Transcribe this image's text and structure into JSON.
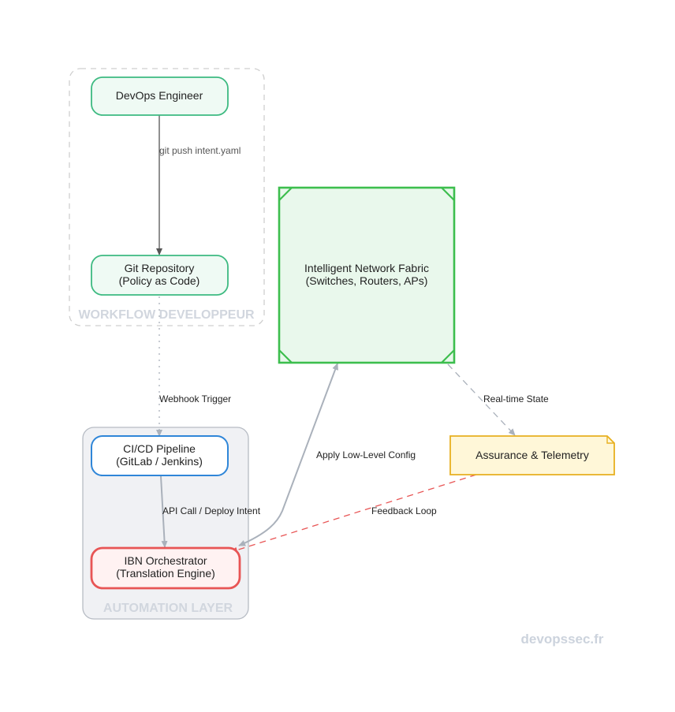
{
  "groups": {
    "workflow": {
      "label": "WORKFLOW DEVELOPPEUR"
    },
    "automation": {
      "label": "AUTOMATION LAYER"
    }
  },
  "nodes": {
    "devops": {
      "line1": "DevOps Engineer"
    },
    "git": {
      "line1": "Git Repository",
      "line2": "(Policy as Code)"
    },
    "cicd": {
      "line1": "CI/CD Pipeline",
      "line2": "(GitLab / Jenkins)"
    },
    "ibn": {
      "line1": "IBN Orchestrator",
      "line2": "(Translation Engine)"
    },
    "fabric": {
      "line1": "Intelligent Network Fabric",
      "line2": "(Switches, Routers, APs)"
    },
    "assurance": {
      "line1": "Assurance & Telemetry"
    }
  },
  "edges": {
    "push": "git push intent.yaml",
    "webhook": "Webhook Trigger",
    "api": "API Call / Deploy Intent",
    "apply": "Apply Low-Level Config",
    "realtime": "Real-time State",
    "feedback": "Feedback Loop"
  },
  "watermark": "devopssec.fr",
  "colors": {
    "green": "#3dba81",
    "green_fill": "#effaf4",
    "blue": "#2f86d8",
    "red": "#e85555",
    "red_fill": "#fff2f2",
    "fabric": "#3dbe4e",
    "fabric_fill": "#e9f8ec",
    "yellow": "#e8b020",
    "yellow_fill": "#fff7d8",
    "gray_edge": "#aab1bb"
  }
}
